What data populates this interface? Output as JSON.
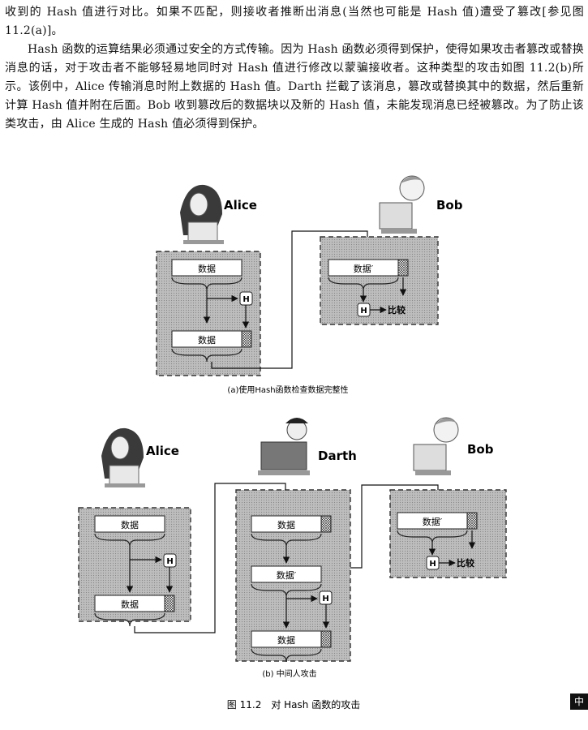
{
  "text": {
    "paragraph1": "收到的 Hash 值进行对比。如果不匹配，则接收者推断出消息(当然也可能是 Hash 值)遭受了篡改[参见图 11.2(a)]。",
    "paragraph2": "Hash 函数的运算结果必须通过安全的方式传输。因为 Hash 函数必须得到保护，使得如果攻击者篡改或替换消息的话，对于攻击者不能够轻易地同时对 Hash 值进行修改以蒙骗接收者。这种类型的攻击如图 11.2(b)所示。该例中，Alice 传输消息时附上数据的 Hash 值。Darth 拦截了该消息，篡改或替换其中的数据，然后重新计算 Hash 值并附在后面。Bob 收到篡改后的数据块以及新的 Hash 值，未能发现消息已经被篡改。为了防止该类攻击，由 Alice 生成的 Hash 值必须得到保护。"
  },
  "figure": {
    "names": {
      "alice": "Alice",
      "bob": "Bob",
      "darth": "Darth"
    },
    "labels": {
      "data": "数据",
      "data_modified": "数据′",
      "hash": "H",
      "compare": "比较"
    },
    "caption_a": "(a)使用Hash函数检查数据完整性",
    "caption_b": "(b) 中间人攻击",
    "figure_caption": "图 11.2　对 Hash 函数的攻击"
  },
  "corner_badge": "中"
}
